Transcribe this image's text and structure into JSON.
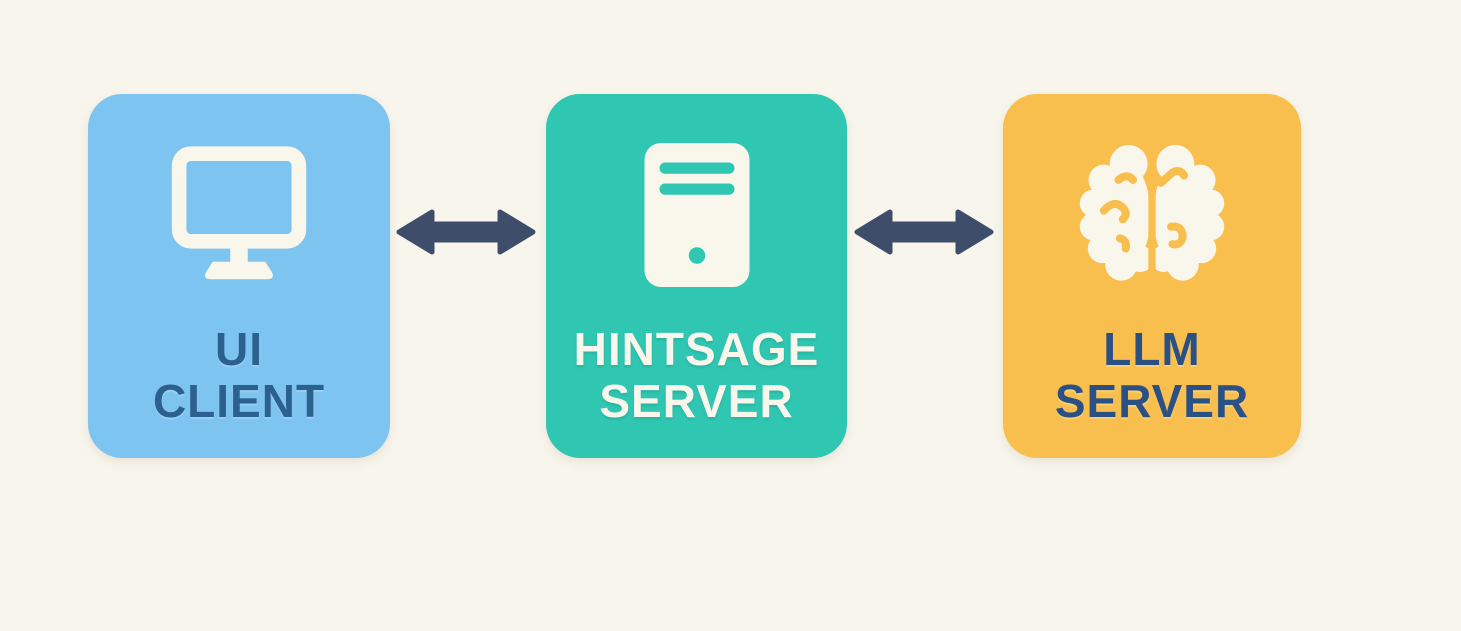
{
  "diagram": {
    "background_color": "#F8F5EC",
    "nodes": [
      {
        "id": "ui-client",
        "icon": "monitor-icon",
        "label_line1": "UI",
        "label_line2": "CLIENT",
        "box_color": "#7EC4F0",
        "text_color": "#2B608F",
        "icon_color": "#F9F6EC"
      },
      {
        "id": "hintsage-server",
        "icon": "server-icon",
        "label_line1": "HINTSAGE",
        "label_line2": "SERVER",
        "box_color": "#2FC7B2",
        "text_color": "#F9F6EC",
        "icon_color": "#F9F6EC"
      },
      {
        "id": "llm-server",
        "icon": "brain-icon",
        "label_line1": "LLM",
        "label_line2": "SERVER",
        "box_color": "#F8BE4E",
        "text_color": "#2B5184",
        "icon_color": "#F9F6EC"
      }
    ],
    "connectors": [
      {
        "from": "ui-client",
        "to": "hintsage-server",
        "type": "bidirectional-arrow",
        "color": "#3E4D69"
      },
      {
        "from": "hintsage-server",
        "to": "llm-server",
        "type": "bidirectional-arrow",
        "color": "#3E4D69"
      }
    ]
  }
}
